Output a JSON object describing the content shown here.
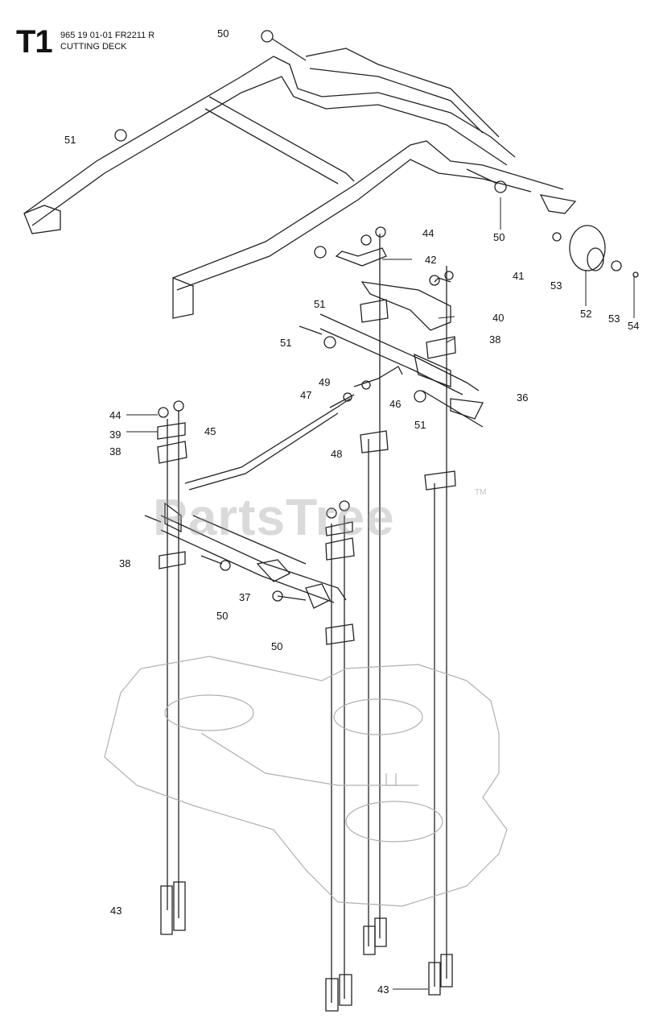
{
  "header": {
    "page_id": "T1",
    "part_line": "965 19 01-01 FR2211 R",
    "section_title": "CUTTING DECK"
  },
  "watermark": {
    "text": "PartsTree",
    "trademark": "TM"
  },
  "callouts": [
    {
      "id": "c-50a",
      "label": "50"
    },
    {
      "id": "c-51a",
      "label": "51"
    },
    {
      "id": "c-44a",
      "label": "44"
    },
    {
      "id": "c-50b",
      "label": "50"
    },
    {
      "id": "c-42",
      "label": "42"
    },
    {
      "id": "c-41",
      "label": "41"
    },
    {
      "id": "c-53a",
      "label": "53"
    },
    {
      "id": "c-52",
      "label": "52"
    },
    {
      "id": "c-53b",
      "label": "53"
    },
    {
      "id": "c-54",
      "label": "54"
    },
    {
      "id": "c-51b",
      "label": "51"
    },
    {
      "id": "c-40",
      "label": "40"
    },
    {
      "id": "c-51c",
      "label": "51"
    },
    {
      "id": "c-38a",
      "label": "38"
    },
    {
      "id": "c-49",
      "label": "49"
    },
    {
      "id": "c-47",
      "label": "47"
    },
    {
      "id": "c-46",
      "label": "46"
    },
    {
      "id": "c-36",
      "label": "36"
    },
    {
      "id": "c-51d",
      "label": "51"
    },
    {
      "id": "c-44b",
      "label": "44"
    },
    {
      "id": "c-39",
      "label": "39"
    },
    {
      "id": "c-45",
      "label": "45"
    },
    {
      "id": "c-38b",
      "label": "38"
    },
    {
      "id": "c-48",
      "label": "48"
    },
    {
      "id": "c-38c",
      "label": "38"
    },
    {
      "id": "c-37",
      "label": "37"
    },
    {
      "id": "c-50c",
      "label": "50"
    },
    {
      "id": "c-50d",
      "label": "50"
    },
    {
      "id": "c-43a",
      "label": "43"
    },
    {
      "id": "c-43b",
      "label": "43"
    }
  ]
}
